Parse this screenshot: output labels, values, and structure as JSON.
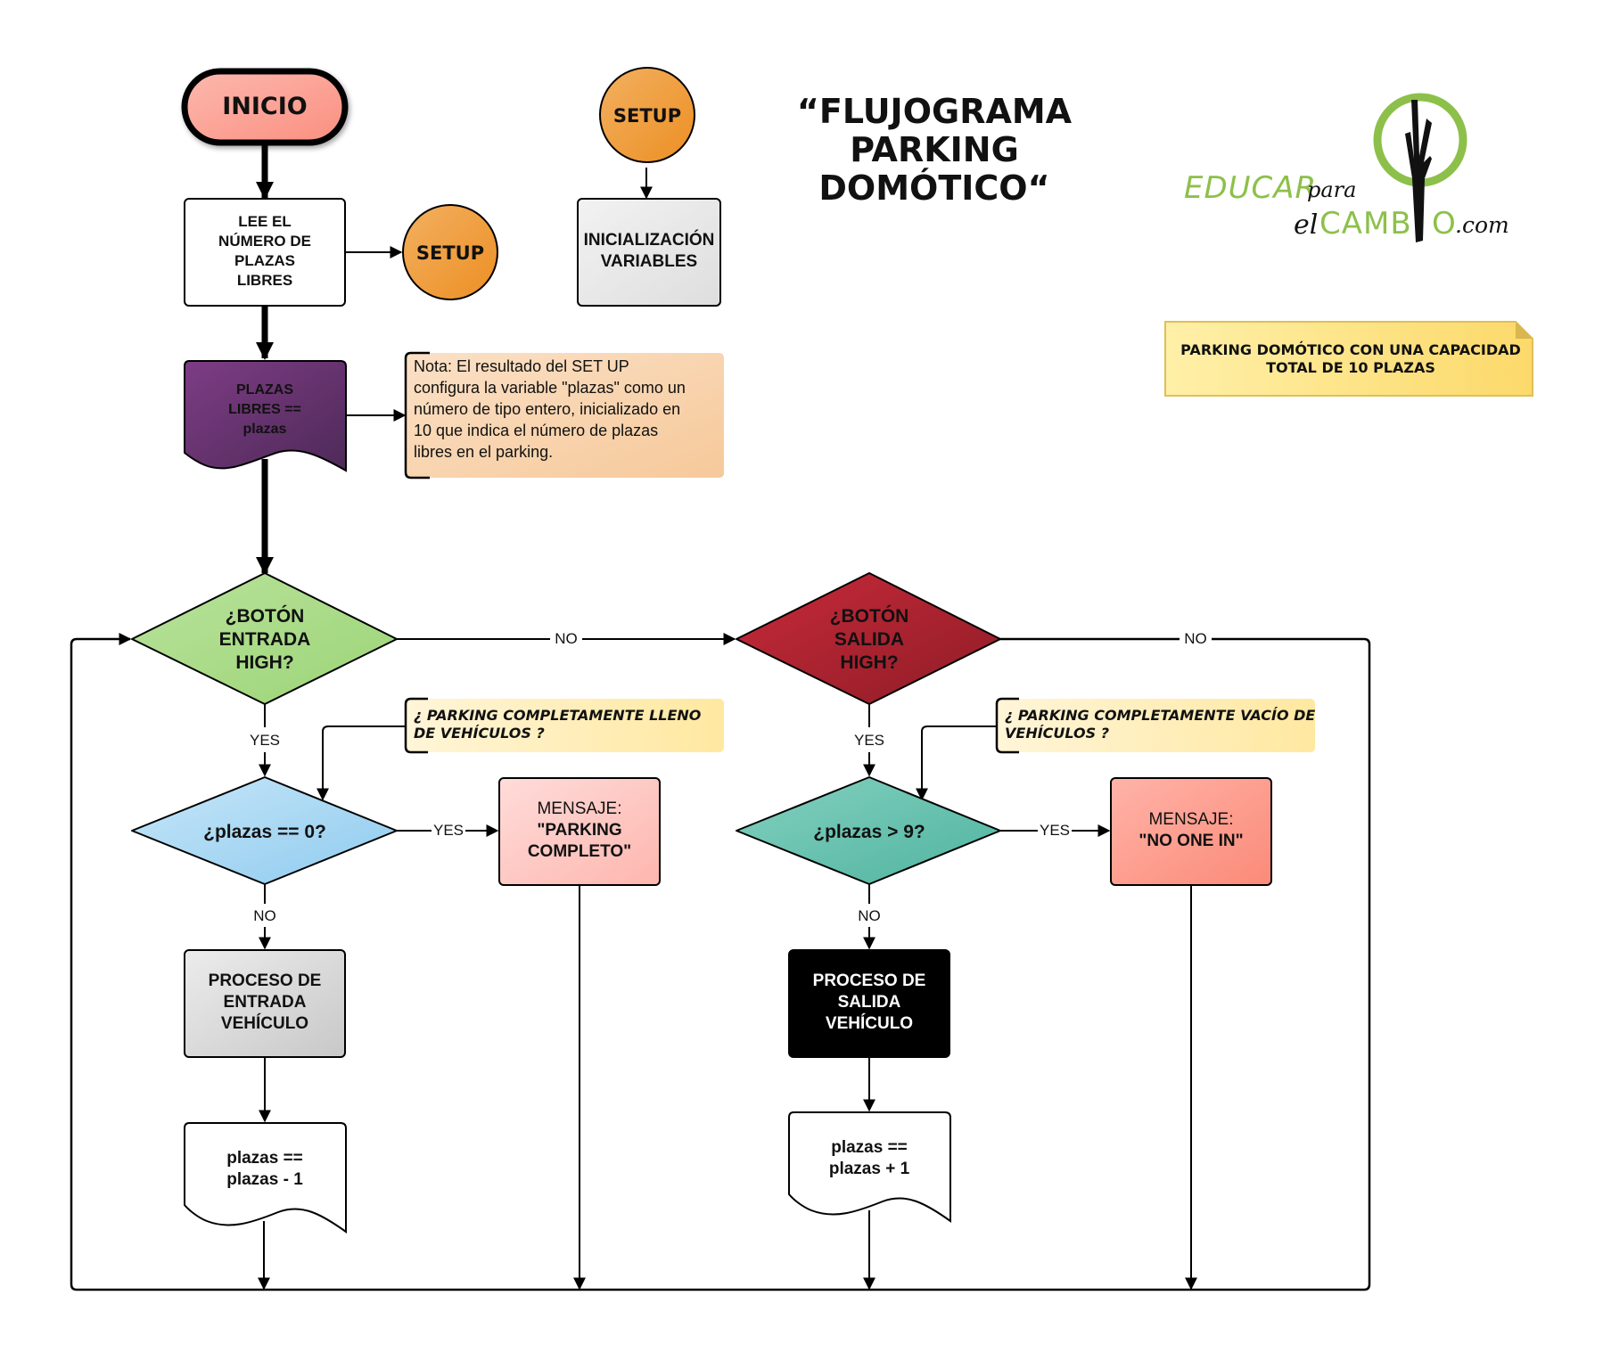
{
  "title": {
    "lines": [
      "“FLUJOGRAMA",
      "PARKING",
      "DOMÓTICO“"
    ]
  },
  "logo": {
    "educar": "EDUCAR",
    "para": "para",
    "el": "el",
    "cambio": "CAMB",
    "cambio_end": "O",
    "com": ".com",
    "green_color": "#8dc04a",
    "icon": "tree-circle-logo"
  },
  "capacity_note": {
    "lines": [
      "PARKING DOMÓTICO CON UNA CAPACIDAD",
      "TOTAL DE 10 PLAZAS"
    ]
  },
  "nodes": {
    "inicio": {
      "label": "INICIO"
    },
    "lee": {
      "lines": [
        "LEE EL",
        "NÚMERO DE",
        "PLAZAS",
        "LIBRES"
      ]
    },
    "setup_call": {
      "label": "SETUP"
    },
    "setup_def": {
      "label": "SETUP"
    },
    "inicializacion": {
      "lines": [
        "INICIALIZACIÓN",
        "VARIABLES"
      ]
    },
    "plazas_libres": {
      "lines": [
        "PLAZAS",
        "LIBRES ==",
        "plazas"
      ]
    },
    "nota": {
      "lines": [
        "Nota: El resultado del SET UP",
        "configura la variable \"plazas\" como un",
        "número de tipo entero, inicializado en",
        "10 que indica el número de plazas",
        "libres en el parking."
      ]
    },
    "boton_entrada": {
      "lines": [
        "¿BOTÓN",
        "ENTRADA",
        "HIGH?"
      ]
    },
    "boton_salida": {
      "lines": [
        "¿BOTÓN",
        "SALIDA",
        "HIGH?"
      ]
    },
    "comment_lleno": {
      "lines": [
        "¿ PARKING COMPLETAMENTE LLENO",
        "DE VEHÍCULOS ?"
      ]
    },
    "comment_vacio": {
      "lines": [
        "¿ PARKING COMPLETAMENTE VACÍO DE",
        "VEHÍCULOS ?"
      ]
    },
    "plazas_cero": {
      "label": "¿plazas == 0?"
    },
    "plazas_nueve": {
      "label": "¿plazas > 9?"
    },
    "msg_completo": {
      "line1": "MENSAJE:",
      "lines_bold": [
        "\"PARKING",
        "COMPLETO\""
      ]
    },
    "msg_noone": {
      "line1": "MENSAJE:",
      "lines_bold": [
        "\"NO ONE IN\""
      ]
    },
    "proceso_entrada": {
      "lines": [
        "PROCESO DE",
        "ENTRADA",
        "VEHÍCULO"
      ]
    },
    "proceso_salida": {
      "lines": [
        "PROCESO DE",
        "SALIDA",
        "VEHÍCULO"
      ]
    },
    "resta": {
      "lines": [
        "plazas ==",
        "plazas - 1"
      ]
    },
    "suma": {
      "lines": [
        "plazas ==",
        "plazas + 1"
      ]
    }
  },
  "edge_labels": {
    "entrada_no": "NO",
    "salida_no": "NO",
    "entrada_yes": "YES",
    "salida_yes": "YES",
    "cero_yes": "YES",
    "nueve_yes": "YES",
    "cero_no": "NO",
    "nueve_no": "NO"
  },
  "colors": {
    "inicio": [
      "#fdb8ae",
      "#fa8f80"
    ],
    "setup": [
      "#f3b060",
      "#ec8f24"
    ],
    "inicializacion": [
      "#f2f2f2",
      "#dedede"
    ],
    "plazas_libres": [
      "#7d3c85",
      "#4e2a58"
    ],
    "nota": [
      "#fbe0c6",
      "#f6c99a"
    ],
    "boton_entrada": [
      "#b9e39c",
      "#9cd476"
    ],
    "boton_salida": [
      "#c82a3a",
      "#8e1c26"
    ],
    "comment": [
      "#fff5d8",
      "#ffe8a0"
    ],
    "plazas_cero": [
      "#c6e6f8",
      "#8fcbef"
    ],
    "plazas_nueve": [
      "#84d0bf",
      "#4fb4a0"
    ],
    "msg_completo": [
      "#ffdcda",
      "#fdb6ae"
    ],
    "msg_noone": [
      "#ffb3a8",
      "#fb8a78"
    ],
    "proceso_entrada": [
      "#ececec",
      "#c8c8c8"
    ],
    "proceso_salida": [
      "#000000",
      "#000000"
    ],
    "capacity_note": [
      "#fff0a8",
      "#fcd96a"
    ]
  }
}
